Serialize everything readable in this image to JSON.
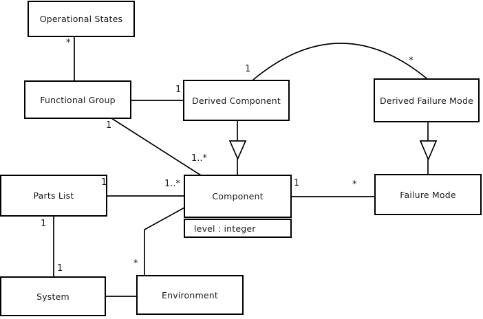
{
  "diagram": {
    "classes": {
      "operational_states": {
        "label": "Operational States"
      },
      "functional_group": {
        "label": "Functional Group"
      },
      "derived_component": {
        "label": "Derived Component"
      },
      "derived_failure_mode": {
        "label": "Derived Failure Mode"
      },
      "parts_list": {
        "label": "Parts List"
      },
      "component": {
        "label": "Component",
        "attribute": "level : integer"
      },
      "failure_mode": {
        "label": "Failure Mode"
      },
      "system": {
        "label": "System"
      },
      "environment": {
        "label": "Environment"
      }
    },
    "multiplicities": {
      "opstates_end": "*",
      "fg_dc_dc_end": "1",
      "arc_dc_end": "1",
      "arc_dfm_end": "*",
      "fg_comp_fg_end": "1",
      "fg_comp_comp_end": "1..*",
      "pl_comp_pl_end": "1",
      "pl_comp_comp_end": "1..*",
      "comp_fm_comp_end": "1",
      "comp_fm_fm_end": "*",
      "pl_sys_pl_end": "1",
      "pl_sys_sys_end": "1",
      "env_comp_env_end": "*"
    },
    "colors": {
      "background": "#ffffff",
      "box_fill": "#ffffff",
      "box_border": "#000000",
      "line": "#000000",
      "text": "#1a1a1a"
    }
  }
}
